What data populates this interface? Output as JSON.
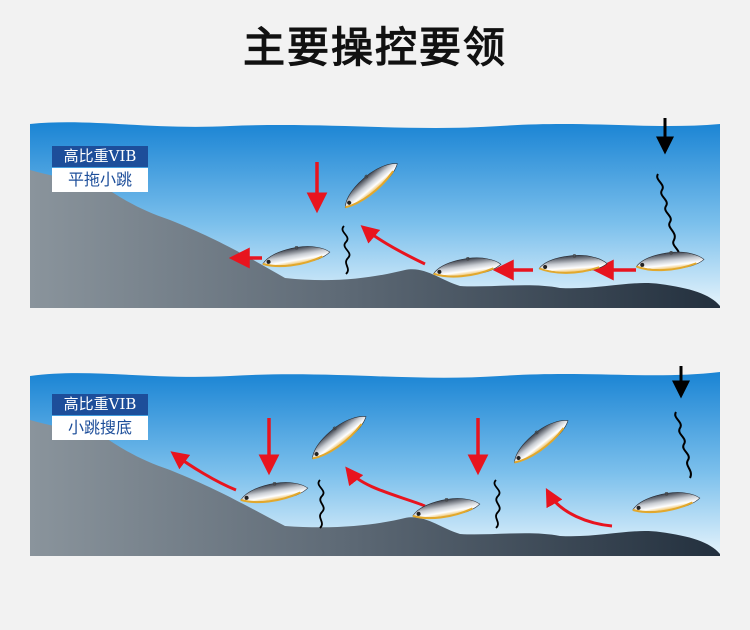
{
  "title": "主要操控要领",
  "panels": [
    {
      "lure": "高比重VIB",
      "technique": "平拖小跳"
    },
    {
      "lure": "高比重VIB",
      "technique": "小跳搜底"
    }
  ],
  "colors": {
    "water_top": "#1a84d4",
    "water_bottom": "#dff0fb",
    "seabed_light": "#8a949c",
    "seabed_dark": "#23303e",
    "arrow_red": "#e8141e",
    "arrow_black": "#000000",
    "tag_blue": "#1d4e9a"
  },
  "icons": [
    "fish-lure-icon",
    "red-arrow-icon",
    "black-line-arrow-icon",
    "wavy-line-icon"
  ]
}
